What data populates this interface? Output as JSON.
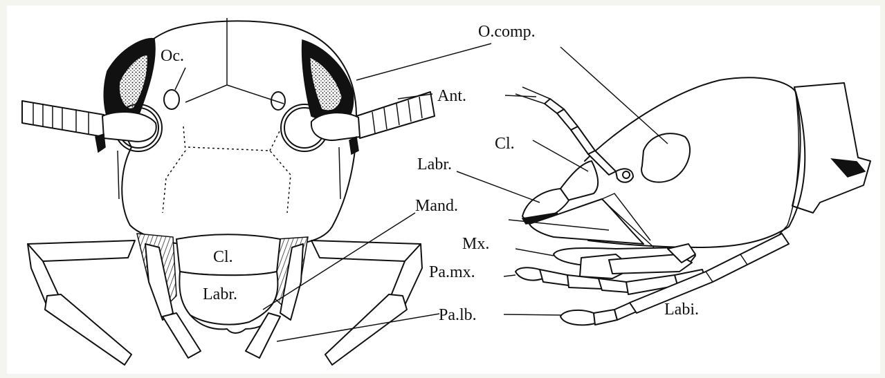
{
  "labels": {
    "ocellus": "Oc.",
    "compound_eye": "O.comp.",
    "antenna": "Ant.",
    "clypeus_side": "Cl.",
    "labrum_side": "Labr.",
    "mandible": "Mand.",
    "maxilla": "Mx.",
    "maxillary_palp": "Pa.mx.",
    "labial_palp": "Pa.lb.",
    "labium": "Labi.",
    "clypeus_front": "Cl.",
    "labrum_front": "Labr."
  },
  "colors": {
    "background": "#f3f5ee",
    "figure": "#ffffff",
    "ink": "#111111"
  }
}
